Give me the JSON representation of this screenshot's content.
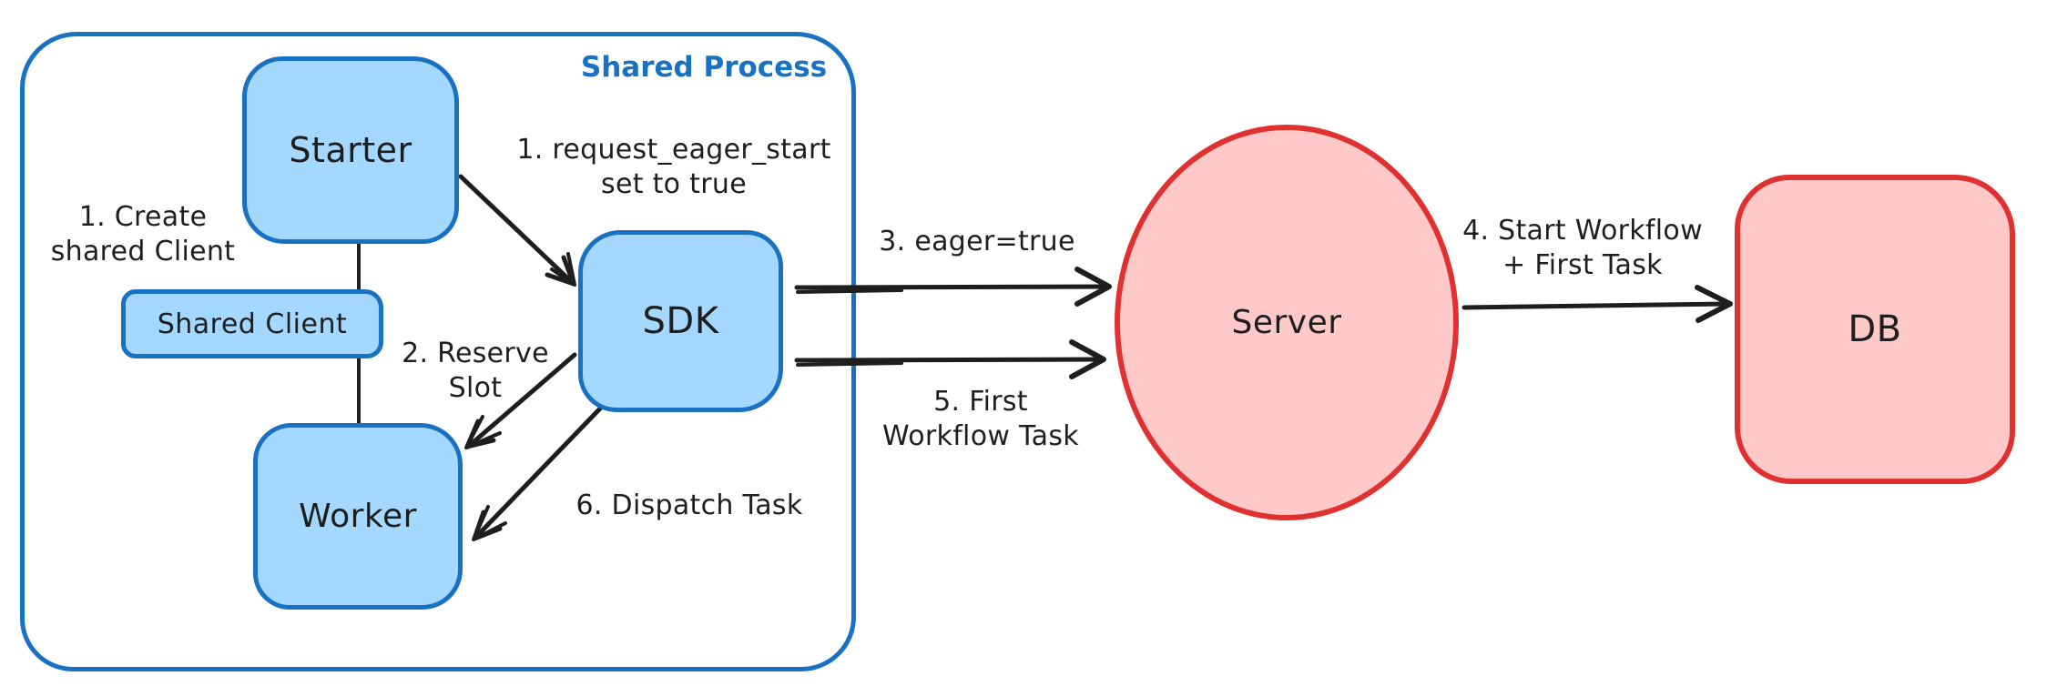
{
  "palette": {
    "blue_stroke": "#1971c2",
    "blue_fill": "#a5d8ff",
    "red_stroke": "#e03131",
    "red_fill": "#ffc9c9",
    "ink": "#1e1e1e",
    "background": "#ffffff"
  },
  "diagram": {
    "container": {
      "label": "Shared Process"
    },
    "nodes": {
      "starter": {
        "label": "Starter",
        "shape": "rounded-rectangle",
        "fill": "#a5d8ff",
        "stroke": "#1971c2"
      },
      "shared_client": {
        "label": "Shared Client",
        "shape": "rounded-rectangle",
        "fill": "#a5d8ff",
        "stroke": "#1971c2"
      },
      "worker": {
        "label": "Worker",
        "shape": "rounded-rectangle",
        "fill": "#a5d8ff",
        "stroke": "#1971c2"
      },
      "sdk": {
        "label": "SDK",
        "shape": "rounded-rectangle",
        "fill": "#a5d8ff",
        "stroke": "#1971c2"
      },
      "server": {
        "label": "Server",
        "shape": "ellipse",
        "fill": "#ffc9c9",
        "stroke": "#e03131"
      },
      "db": {
        "label": "DB",
        "shape": "rounded-rectangle",
        "fill": "#ffc9c9",
        "stroke": "#e03131"
      }
    },
    "annotations": {
      "create_shared_client": "1. Create\nshared Client",
      "request_eager_start": "1. request_eager_start\nset to true",
      "reserve_slot": "2. Reserve\nSlot",
      "eager_true": "3. eager=true",
      "start_workflow_first_task": "4. Start Workflow\n+ First Task",
      "first_workflow_task": "5. First\nWorkflow Task",
      "dispatch_task": "6. Dispatch Task"
    },
    "edges": [
      {
        "from": "starter",
        "to": "worker",
        "through": "shared_client",
        "arrowhead": false,
        "label": "1. Create shared Client"
      },
      {
        "from": "starter",
        "to": "sdk",
        "arrowhead": true,
        "label": "1. request_eager_start set to true"
      },
      {
        "from": "sdk",
        "to": "worker",
        "arrowhead": true,
        "label": "2. Reserve Slot"
      },
      {
        "from": "sdk",
        "to": "server",
        "arrowhead": true,
        "label": "3. eager=true"
      },
      {
        "from": "server",
        "to": "db",
        "arrowhead": true,
        "label": "4. Start Workflow + First Task"
      },
      {
        "from": "sdk",
        "to": "server",
        "arrowhead": true,
        "label": "5. First Workflow Task"
      },
      {
        "from": "sdk",
        "to": "worker",
        "arrowhead": true,
        "label": "6. Dispatch Task"
      }
    ]
  }
}
